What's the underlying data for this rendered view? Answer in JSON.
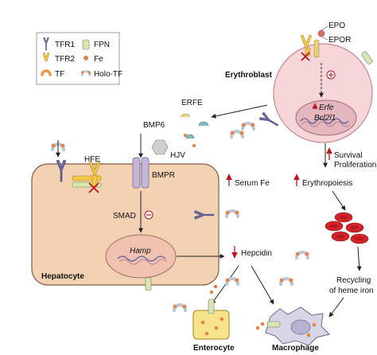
{
  "legend": {
    "tfr1": "TFR1",
    "fpn": "FPN",
    "tfr2": "TFR2",
    "fe": "Fe",
    "tf": "TF",
    "holo_tf": "Holo-TF"
  },
  "erythroblast": {
    "title": "Erythroblast",
    "epo": "EPO",
    "epor": "EPOR",
    "gene_erfe": "Erfe",
    "gene_bcl2l1": "Bcl2l1",
    "erfe_label": "ERFE"
  },
  "hepatocyte": {
    "title": "Hepatocyte",
    "bmp6": "BMP6",
    "hjv": "HJV",
    "hfe": "HFE",
    "bmpr": "BMPR",
    "smad": "SMAD",
    "hamp": "Hamp"
  },
  "effects": {
    "serum_fe": "Serum Fe",
    "erythropoiesis": "Erythropoiesis",
    "survival": "Survival",
    "proliferation": "Proliferation",
    "hepcidin": "Hepcidin",
    "recycling_line1": "Recycling",
    "recycling_line2": "of heme iron"
  },
  "cells": {
    "enterocyte": "Enterocyte",
    "macrophage": "Macrophage"
  },
  "colors": {
    "cell_fill": "#f3d2b4",
    "cell_stroke": "#8a5a3c",
    "erythroblast_fill": "#f7d6da",
    "nucleus_fill": "#e3b7bd",
    "tfr_purple": "#6b6ba3",
    "tfr2_yellow": "#f2c84b",
    "fpn_green": "#d8e6b0",
    "iron_orange": "#e8814a",
    "tf_teal": "#7fbcc0",
    "inhibit_red": "#c0131b",
    "rbc_red": "#d4222a",
    "enterocyte_fill": "#f6e38c",
    "macrophage_fill": "#d8d5e6"
  }
}
